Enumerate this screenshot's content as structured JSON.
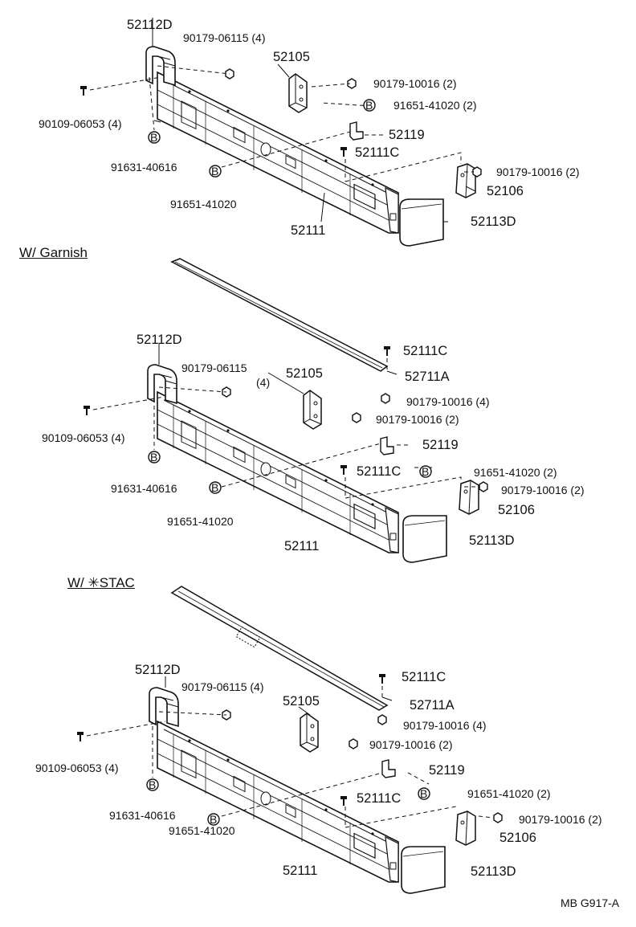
{
  "sections": [
    {
      "title": "",
      "labels": {
        "p52112d": "52112D",
        "p90179_06115": "90179-06115 (4)",
        "p52105": "52105",
        "p90179_10016a": "90179-10016 (2)",
        "p91651_a": "91651-41020 (2)",
        "p90109": "90109-06053 (4)",
        "p52119": "52119",
        "p52111c": "52111C",
        "p91631": "91631-40616",
        "p90179_10016b": "90179-10016 (2)",
        "p52106": "52106",
        "p91651_b": "91651-41020",
        "p52111": "52111",
        "p52113d": "52113D"
      }
    },
    {
      "title": "W/ Garnish",
      "labels": {
        "p52112d": "52112D",
        "p90179_06115": "90179-06115",
        "p90179_06115_qty": "(4)",
        "p52111c_top": "52111C",
        "p52105": "52105",
        "p52711a": "52711A",
        "p90179_10016_4": "90179-10016 (4)",
        "p90109": "90109-06053 (4)",
        "p90179_10016a": "90179-10016 (2)",
        "p52119": "52119",
        "p52111c": "52111C",
        "p91651_a": "91651-41020 (2)",
        "p91631": "91631-40616",
        "p90179_10016b": "90179-10016 (2)",
        "p52106": "52106",
        "p91651_b": "91651-41020",
        "p52113d": "52113D",
        "p52111": "52111"
      }
    },
    {
      "title": "W/ ✳STAC",
      "labels": {
        "p52112d": "52112D",
        "p52111c_top": "52111C",
        "p90179_06115": "90179-06115 (4)",
        "p52711a": "52711A",
        "p52105": "52105",
        "p90179_10016_4": "90179-10016 (4)",
        "p90109": "90109-06053 (4)",
        "p90179_10016a": "90179-10016 (2)",
        "p52119": "52119",
        "p52111c": "52111C",
        "p91651_a": "91651-41020 (2)",
        "p91631": "91631-40616",
        "p90179_10016b": "90179-10016 (2)",
        "p52106": "52106",
        "p91651_b": "91651-41020",
        "p52111": "52111",
        "p52113d": "52113D"
      }
    }
  ],
  "bolt_marker": "B",
  "drawing_code": "MB G917-A"
}
